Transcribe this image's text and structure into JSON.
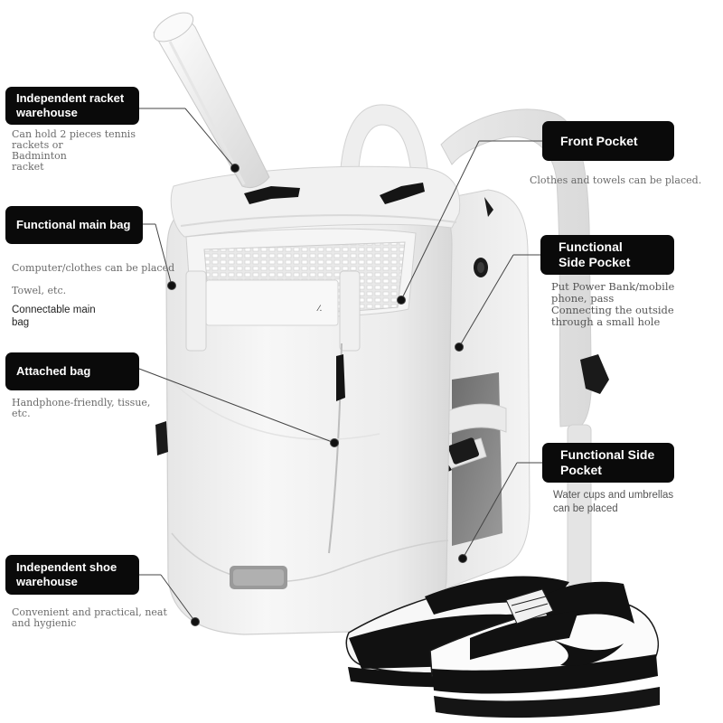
{
  "callouts": {
    "racket": {
      "title": "Independent racket warehouse",
      "desc_lines": [
        "Can hold 2 pieces tennis",
        "rackets or",
        "Badminton",
        "racket"
      ]
    },
    "main_bag": {
      "title": "Functional main bag",
      "desc_1": "Computer/clothes can be placed",
      "desc_2": "Towel, etc.",
      "desc_3_lines": [
        "Connectable main",
        "bag"
      ]
    },
    "attached_bag": {
      "title": "Attached bag",
      "desc_lines": [
        "Handphone-friendly, tissue,",
        "etc."
      ]
    },
    "shoe": {
      "title_lines": [
        "Independent shoe",
        "warehouse"
      ],
      "desc_lines": [
        "Convenient and practical, neat",
        "and hygienic"
      ]
    },
    "front_pocket": {
      "title": "Front Pocket",
      "desc": "Clothes and towels can be placed."
    },
    "side_pocket_1": {
      "title_lines": [
        "Functional",
        "Side Pocket"
      ],
      "desc_lines": [
        "Put Power Bank/mobile",
        "phone, pass",
        "Connecting the outside",
        "through a small hole"
      ]
    },
    "side_pocket_2": {
      "title_lines": [
        "Functional Side",
        "Pocket"
      ],
      "desc_lines": [
        "Water cups and umbrellas",
        "can be placed"
      ]
    }
  },
  "colors": {
    "label_bg": "#0a0a0a",
    "label_text": "#ffffff",
    "bag": "#f3f3f3",
    "bag_shadow": "#d9d9d9",
    "mesh_pocket": "#8c8c8c",
    "reflective_patch": "#9a9a9a",
    "zipper": "#1a1a1a",
    "shoe_black": "#0f0f0f"
  }
}
